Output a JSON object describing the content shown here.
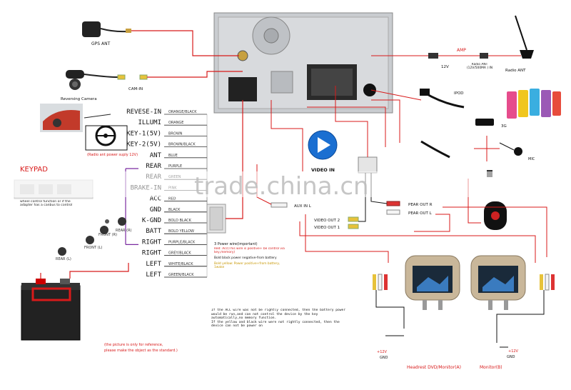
{
  "labels": {
    "gps_ant": "GPS ANT",
    "cam_in": "CAM-IN",
    "reversing_camera": "Reversing Camera",
    "amp": "AMP",
    "v12": "12V",
    "radio_ant_power": "Radio ANT (12V/500MA ) IN",
    "radio_ant": "Radio ANT",
    "ipod": "IPOD",
    "3g": "3G",
    "mic": "MIC",
    "keypad": "KEYPAD",
    "keypad_note": "wheel control function or if the adapter has a canbus to control",
    "radio_ant_supply": "(Radio ant power suply 12V)",
    "video_in": "VIDEO IN",
    "aux_in": "AUX IN L",
    "pear_out_r": "PEAR OUT R",
    "pear_out_l": "PEAR OUT L",
    "video_out_2": "VIDEO OUT 2",
    "video_out_1": "VIDEO OUT 1",
    "headrest_a": "Headrest DVD/Monitor(A)",
    "monitor_b": "Monitor(B)",
    "v12_a": "+12V",
    "gnd_a": "GND",
    "v12_b": "+12V",
    "gnd_b": "GND",
    "watermark": "trade.china.cn",
    "picture_note_1": "(the picture is only for reference,",
    "picture_note_2": "please make the object as the standard.)",
    "acc_note": "If the ACC wire was not be rightly connected, then the battery power would be run,and can not control the device by the key automatically,no memory function.",
    "bw_note": "If the yellow and black wire were not rightly connected, then the device can not be power on",
    "power_title": "3 Power wire(important)",
    "red_note": "Red: Acc(This wire is positive+ be control via key,memory)",
    "black_note": "Bold black power negative-from battery",
    "yellow_note": "Bold yellow: Power positive+from battery, 1wake",
    "front_l": "FRONT (L)",
    "front_r": "FRONT (R)",
    "rear_r": "REAR (R)",
    "rear_l": "REAR (L)"
  },
  "wires": [
    {
      "name": "REVESE-IN",
      "color_label": "ORANGE/BLACK"
    },
    {
      "name": "ILLUMI",
      "color_label": "ORANGE"
    },
    {
      "name": "KEY-1(5V)",
      "color_label": "BROWN"
    },
    {
      "name": "KEY-2(5V)",
      "color_label": "BROWN/BLACK"
    },
    {
      "name": "ANT",
      "color_label": "BLUE"
    },
    {
      "name": "REAR",
      "color_label": "PURPLE"
    },
    {
      "name": "REAR",
      "color_label": "GREEN"
    },
    {
      "name": "BRAKE-IN",
      "color_label": "PINK"
    },
    {
      "name": "ACC",
      "color_label": "RED"
    },
    {
      "name": "GND",
      "color_label": "BLACK"
    },
    {
      "name": "K-GND",
      "color_label": "BOLD BLACK"
    },
    {
      "name": "BATT",
      "color_label": "BOLD YELLOW"
    },
    {
      "name": "RIGHT",
      "color_label": "PURPLE/BLACK"
    },
    {
      "name": "RIGHT",
      "color_label": "GREY/BLACK"
    },
    {
      "name": "LEFT",
      "color_label": "WHITE/BLACK"
    },
    {
      "name": "LEFT",
      "color_label": "GREEN/BLACK"
    }
  ],
  "colors": {
    "accent_red": "#d81a1a",
    "wire_purple": "#7a2aa0",
    "wire_line": "#333333"
  }
}
